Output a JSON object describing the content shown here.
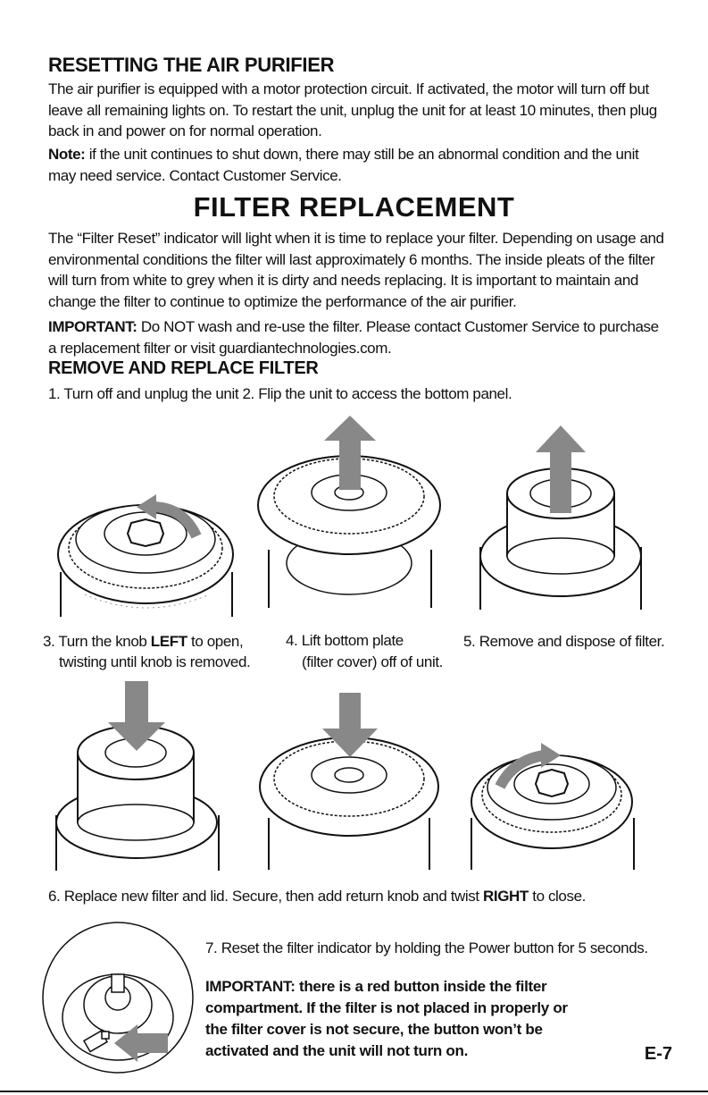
{
  "resetting": {
    "title": "RESETTING THE AIR PURIFIER",
    "body": "The air purifier is equipped with a motor protection circuit. If activated, the motor will turn off but leave all remaining lights on. To restart the unit, unplug the unit for at least 10 minutes, then plug back in and power on for normal operation.",
    "note_label": "Note:",
    "note_text": " if the unit continues to shut down, there may still be an abnormal condition and the unit may need service. Contact Customer Service."
  },
  "filter_replacement": {
    "title": "FILTER REPLACEMENT",
    "body": "The “Filter Reset” indicator will light when it is time to replace your filter. Depending on usage and environmental conditions the filter will last approximately 6 months. The inside pleats of the filter will turn from white to grey when it is dirty and needs replacing. It is important to maintain and change the filter to continue to optimize the performance of the air purifier.",
    "important_label": "IMPORTANT:",
    "important_text": " Do NOT wash and re-use the filter. Please contact Customer Service to purchase a replacement filter or visit guardiantechnologies.com."
  },
  "remove_replace": {
    "title": "REMOVE AND REPLACE FILTER",
    "steps_1_2": "1. Turn off and unplug the unit   2. Flip the unit to access the bottom panel.",
    "step3_a": "3. Turn the knob ",
    "step3_bold": "LEFT",
    "step3_b": " to open,",
    "step3_c": "twisting until knob is removed.",
    "step4_a": "4. Lift bottom plate",
    "step4_b": "(filter cover) off of unit.",
    "step5": "5. Remove and dispose of filter.",
    "step6_a": "6. Replace new filter and lid. Secure, then add return knob and twist ",
    "step6_bold": "RIGHT",
    "step6_b": " to close.",
    "step7": "7. Reset the filter indicator by holding the Power button for 5 seconds.",
    "important2": "IMPORTANT: there is a red button inside the filter compartment. If the filter is not placed in properly or the filter cover is not secure, the button won’t be activated and the unit will not turn on."
  },
  "page_number": "E-7"
}
